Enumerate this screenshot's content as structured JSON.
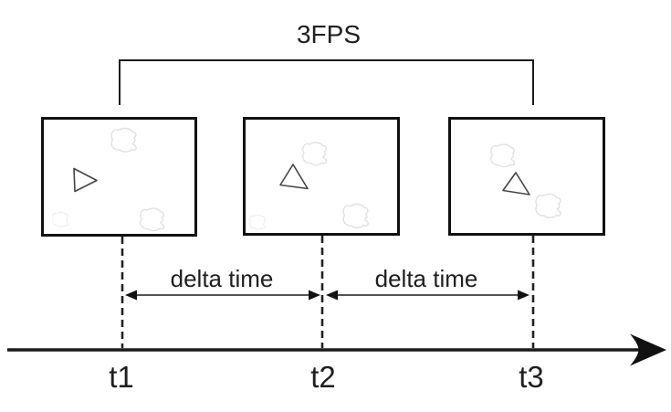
{
  "diagram": {
    "fps_label": "3FPS",
    "frames": [
      {
        "id": "frame-1",
        "tick": "t1",
        "objects": [
          "triangle-right",
          "cloud-top",
          "cloud-small-bottom-left",
          "cloud-bottom-right"
        ]
      },
      {
        "id": "frame-2",
        "tick": "t2",
        "objects": [
          "triangle-up",
          "cloud-top",
          "cloud-small-bottom-left",
          "cloud-bottom-right"
        ]
      },
      {
        "id": "frame-3",
        "tick": "t3",
        "objects": [
          "triangle-up",
          "cloud-upper-left",
          "cloud-right"
        ]
      }
    ],
    "intervals": [
      {
        "label": "delta time"
      },
      {
        "label": "delta time"
      }
    ],
    "timeline": {
      "ticks": [
        "t1",
        "t2",
        "t3"
      ]
    },
    "colors": {
      "line": "#1a1a1a",
      "shape_outline": "#454545",
      "cloud_outline": "#e2e2e2",
      "background": "#ffffff"
    }
  }
}
